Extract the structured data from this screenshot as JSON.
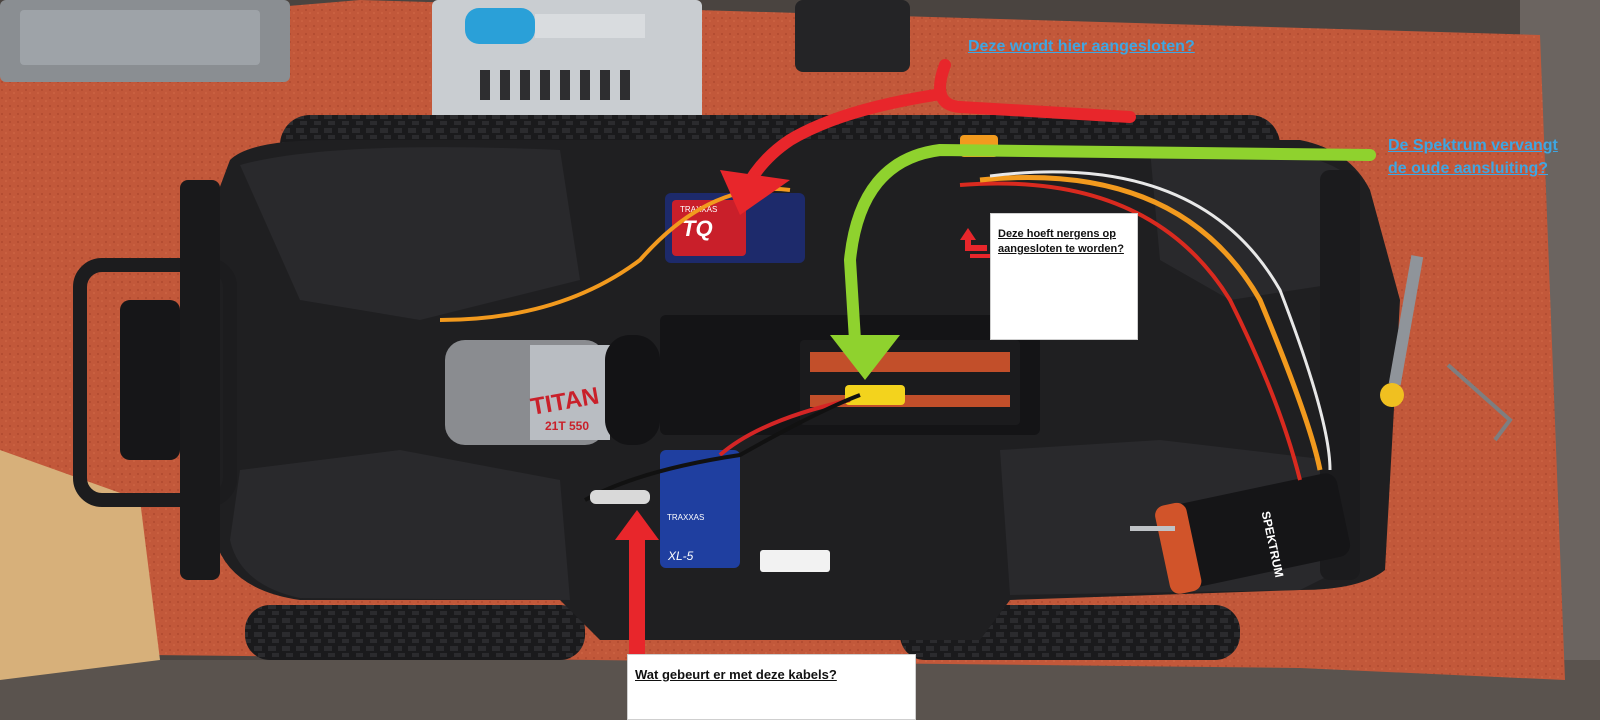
{
  "annotations": {
    "top_note": "Deze wordt hier aangesloten?",
    "right_note": "De Spektrum vervangt de oude aansluiting?",
    "box_right_note": "Deze hoeft nergens op aangesloten te worden?",
    "bottom_note": "Wat gebeurt er met deze kabels?"
  },
  "logos": {
    "receiver_brand": "TRAXXAS",
    "receiver_model": "TQ",
    "motor_brand": "TITAN",
    "motor_model": "21T 550",
    "esc_brand": "TRAXXAS",
    "esc_model": "XL-5",
    "new_motor_brand": "SPEKTRUM"
  },
  "colors": {
    "board": "#c2583a",
    "chassis": "#1f1f21",
    "red_arrow": "#e8262b",
    "green_arrow": "#8fd22e",
    "link_text": "#3ea6e2",
    "wire_orange": "#f29a1e",
    "battery_yellow": "#f3d31d"
  }
}
